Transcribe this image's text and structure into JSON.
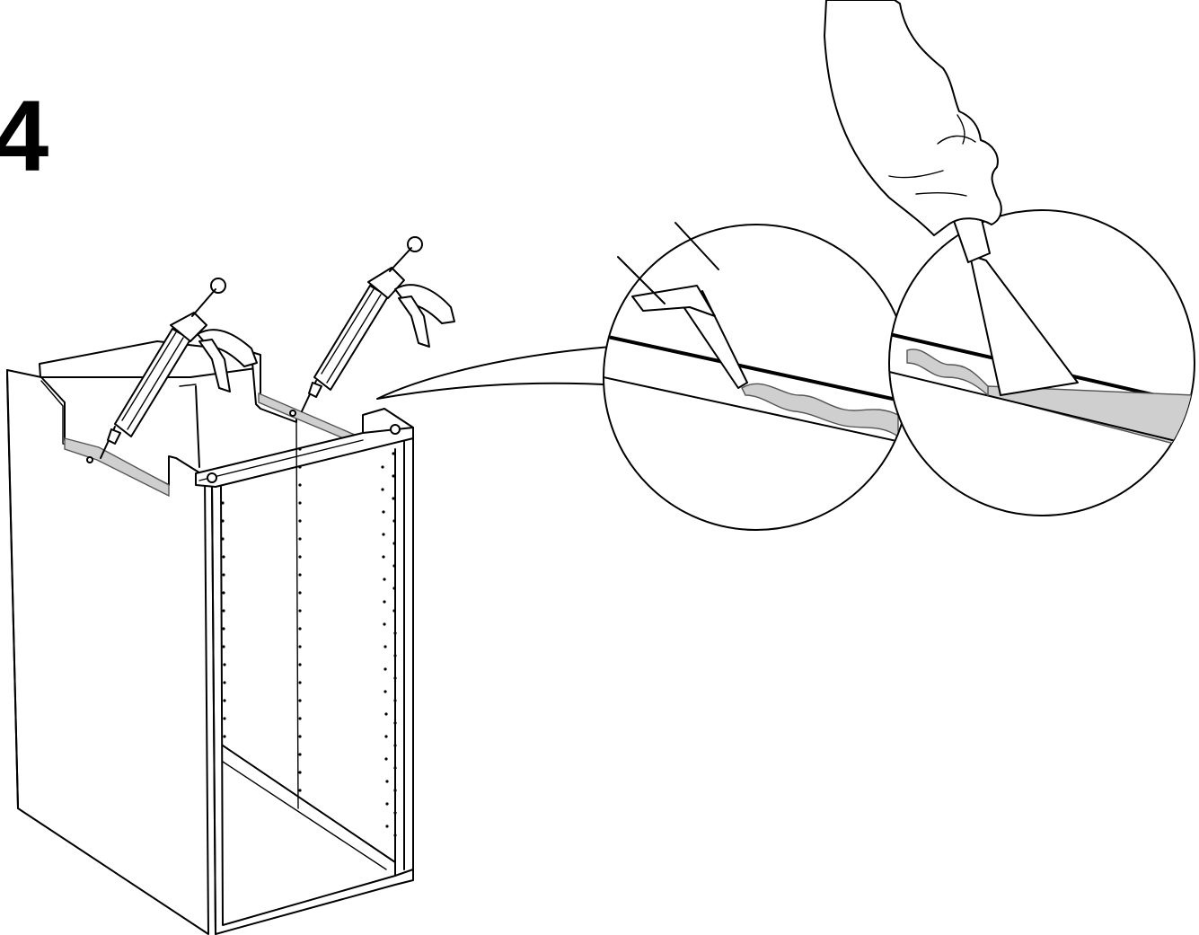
{
  "step": {
    "number": "4"
  },
  "colors": {
    "line": "#000000",
    "sealant": "#cfcfcf",
    "background": "#ffffff"
  },
  "illustration": {
    "subjects": [
      "cabinet-frame",
      "caulking-gun-left",
      "caulking-gun-right",
      "detail-apply-sealant",
      "detail-scrape-sealant",
      "hand",
      "scraper"
    ]
  }
}
